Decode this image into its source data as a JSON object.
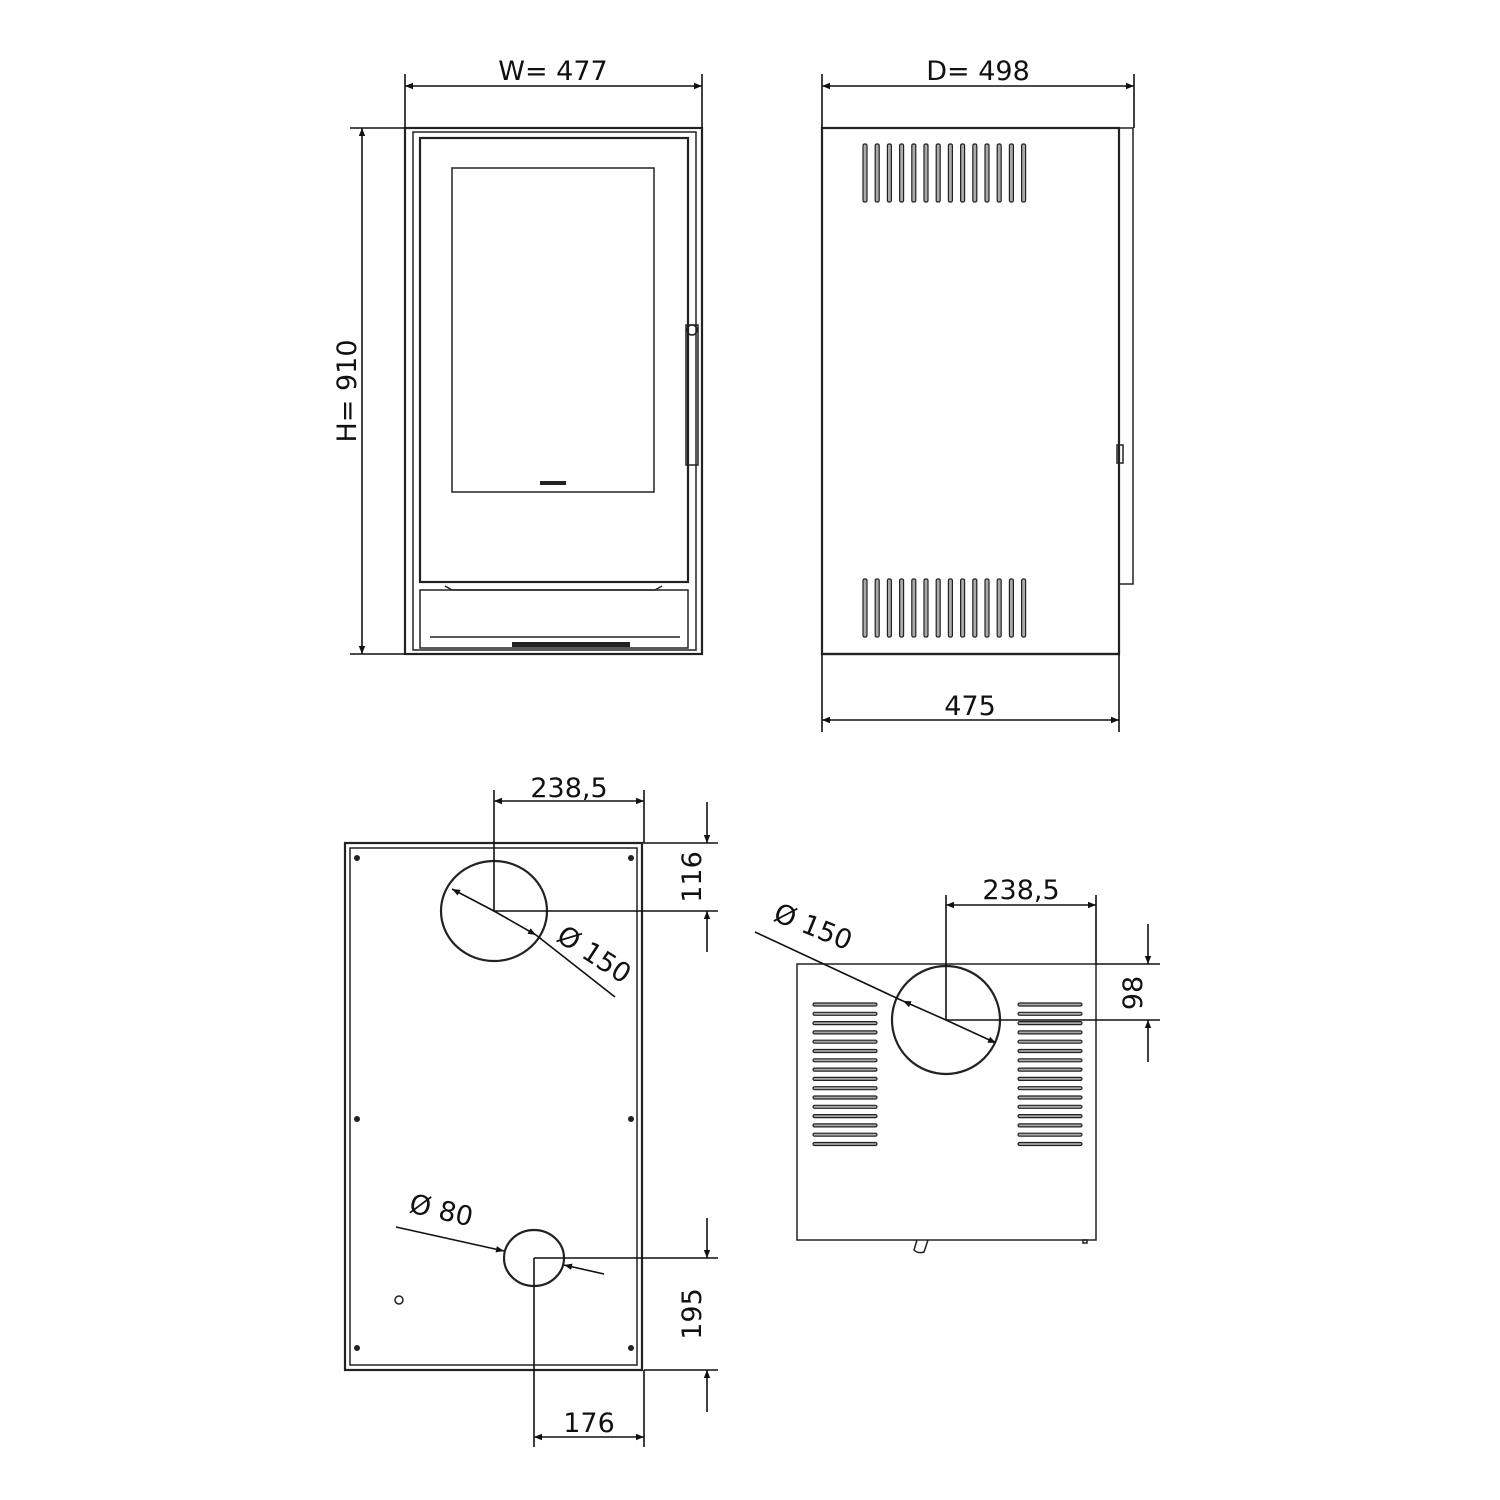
{
  "dimensions": {
    "width": "W=  477",
    "depth": "D=  498",
    "height": "H=  910",
    "side_base_depth": "475",
    "rear_flue_offset_x": "238,5",
    "rear_flue_offset_y": "116",
    "rear_flue_diameter": "Ø 150",
    "rear_air_diameter": "Ø 80",
    "rear_air_offset_y": "195",
    "rear_air_offset_x": "176",
    "top_flue_offset_x": "238,5",
    "top_flue_offset_y": "98",
    "top_flue_diameter": "Ø 150"
  },
  "colors": {
    "line": "#222222",
    "background": "#ffffff"
  }
}
